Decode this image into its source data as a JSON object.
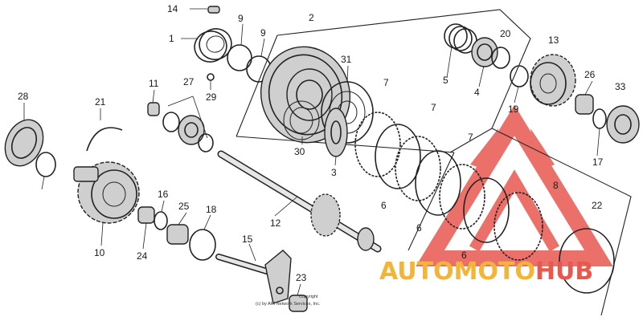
{
  "callouts": [
    "14",
    "9",
    "9",
    "2",
    "1",
    "31",
    "5",
    "20",
    "13",
    "11",
    "27",
    "29",
    "7",
    "7",
    "4",
    "26",
    "33",
    "28",
    "21",
    "19",
    "30",
    "3",
    "7",
    "17",
    "6",
    "8",
    "22",
    "16",
    "12",
    "6",
    "25",
    "18",
    "10",
    "24",
    "15",
    "23",
    "6"
  ],
  "copyright": {
    "line1": "Copyright",
    "line2": "(c) by ARI Network Services, Inc."
  },
  "watermark": {
    "text_part1": "AUTOMOTO",
    "text_part2": "HUB",
    "primary_color": "#e8584f",
    "secondary_color": "#f3b43a"
  }
}
